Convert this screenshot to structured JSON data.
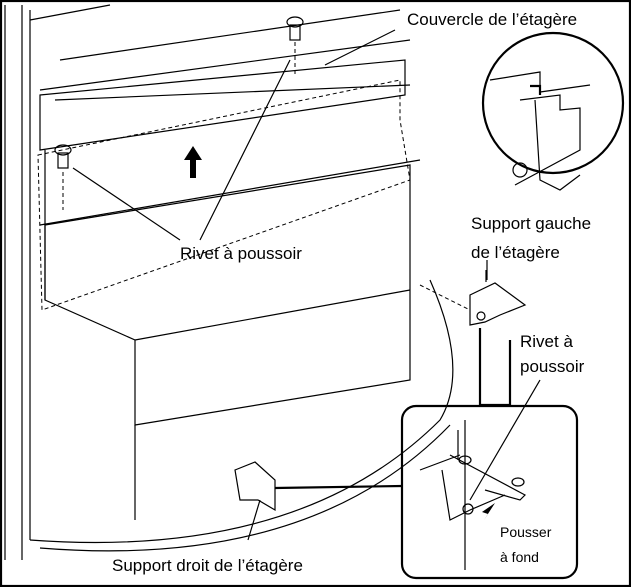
{
  "labels": {
    "shelf_cover": "Couvercle de l’étagère",
    "push_rivet_left": "Rivet à poussoir",
    "left_support_line1": "Support gauche",
    "left_support_line2": "de l’étagère",
    "push_rivet_right_line1": "Rivet à",
    "push_rivet_right_line2": "poussoir",
    "push_fully_line1": "Pousser",
    "push_fully_line2": "à fond",
    "right_support": "Support droit de l’étagère"
  }
}
